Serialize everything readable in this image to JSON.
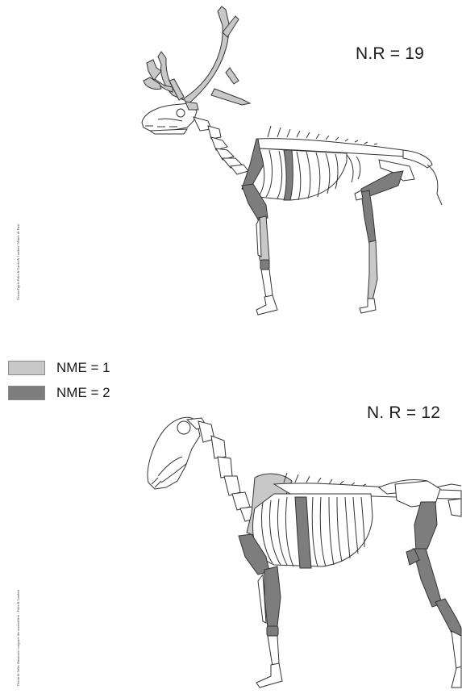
{
  "reindeer": {
    "nr_label": "N.R = 19"
  },
  "horse": {
    "nr_label": "N. R = 12"
  },
  "legend": [
    {
      "label": "NME = 1",
      "color": "#c8c8c8"
    },
    {
      "label": "NME = 2",
      "color": "#7d7d7d"
    }
  ],
  "credits": {
    "top": "Dessin d'après Pales & Garcia & Lambert / Musée de Paris",
    "bottom": "Dessin de l'atlas d'anatomie comparée des mammifères – Pales & Lambert"
  }
}
